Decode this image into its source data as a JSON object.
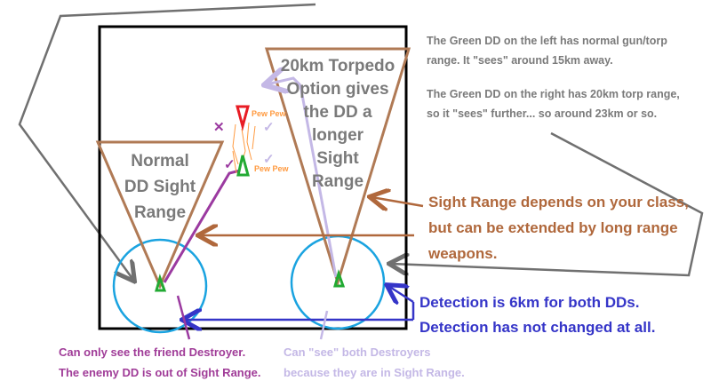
{
  "notes": {
    "left_dd": [
      "The Green DD on the left has normal gun/torp",
      "range.  It \"sees\" around 15km away."
    ],
    "right_dd": [
      "The Green DD on the right has 20km torp range,",
      "so it \"sees\" further... so around 23km or so."
    ]
  },
  "left_cone": [
    "Normal",
    "DD Sight",
    "Range"
  ],
  "right_cone": [
    "20km Torpedo",
    "Option gives",
    "the DD a",
    "longer",
    "Sight",
    "Range"
  ],
  "sight_note": [
    "Sight Range depends on your class,",
    "but can be extended by long range",
    "weapons."
  ],
  "detection_note": [
    "Detection is 6km for both DDs.",
    "Detection has not changed at all."
  ],
  "left_caption": [
    "Can only see the friend Destroyer.",
    "The enemy DD is out of Sight Range."
  ],
  "right_caption": [
    "Can \"see\" both Destroyers",
    "because they are in Sight Range."
  ],
  "pew": [
    "Pew Pew",
    "Pew Pew"
  ],
  "colors": {
    "cone": "#b07a55",
    "detection": "#1aa3e0",
    "friend": "#22aa33",
    "enemy": "#e81c24",
    "purple": "#9b3aa0",
    "lavender": "#c4b8e6",
    "blue": "#3535c8"
  }
}
